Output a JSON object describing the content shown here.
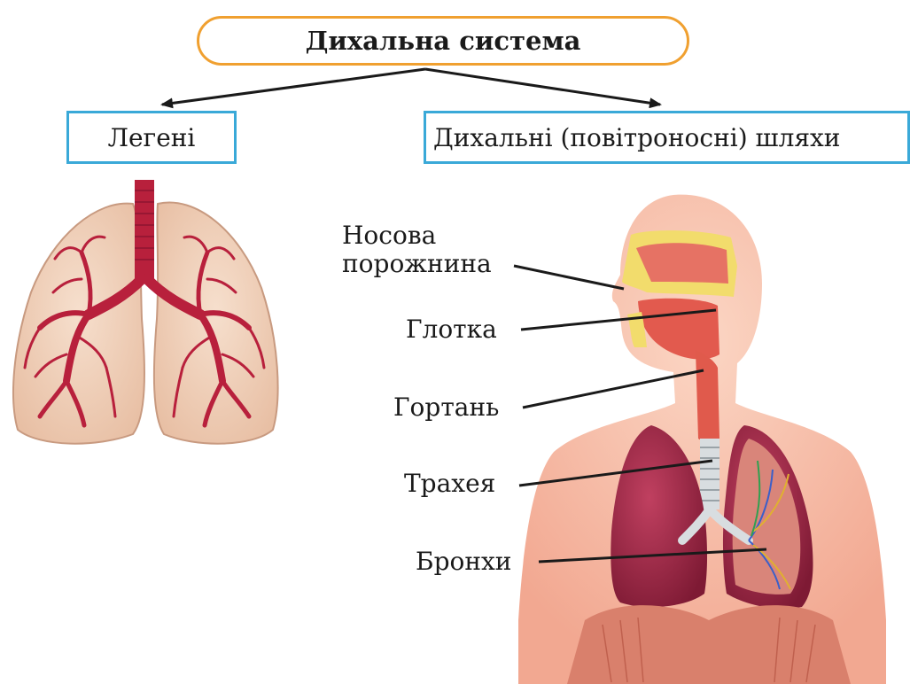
{
  "title": "Дихальна система",
  "categories": {
    "lungs": "Легені",
    "airways": "Дихальні (повітроносні) шляхи"
  },
  "labels": {
    "nasal_line1": "Носова",
    "nasal_line2": "порожнина",
    "pharynx": "Глотка",
    "larynx": "Гортань",
    "trachea": "Трахея",
    "bronchi": "Бронхи"
  },
  "colors": {
    "title_border": "#f0a030",
    "category_border": "#3aa9d8",
    "bronchial_tree": "#b8203c",
    "lung_tissue": "#f1d3bd"
  }
}
